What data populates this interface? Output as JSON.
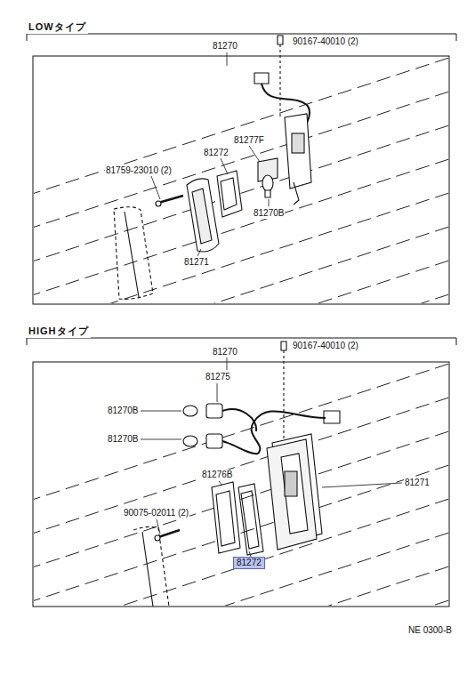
{
  "diagram": {
    "nodes": [
      {
        "text": [
          "LOWタイプ"
        ]
      },
      {
        "text": [
          "HIGHタイプ"
        ]
      }
    ],
    "labels": [
      "81270",
      "90167-40010 (2)",
      "81277F",
      "81272",
      "81759-23010 (2)",
      "81270B",
      "81271",
      "81270",
      "90167-40010 (2)",
      "81275",
      "81270B",
      "81270B",
      "81276B",
      "81271",
      "90075-02011 (2)",
      "81272",
      "NE 0300-B"
    ]
  }
}
